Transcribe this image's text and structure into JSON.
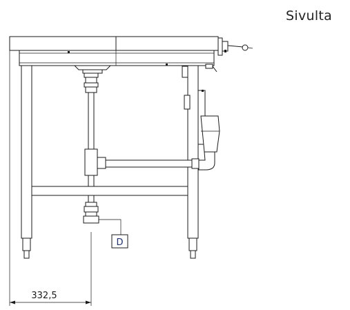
{
  "view_title": "Sivulta",
  "dimension": {
    "value": "332,5"
  },
  "callout": {
    "label": "D"
  }
}
